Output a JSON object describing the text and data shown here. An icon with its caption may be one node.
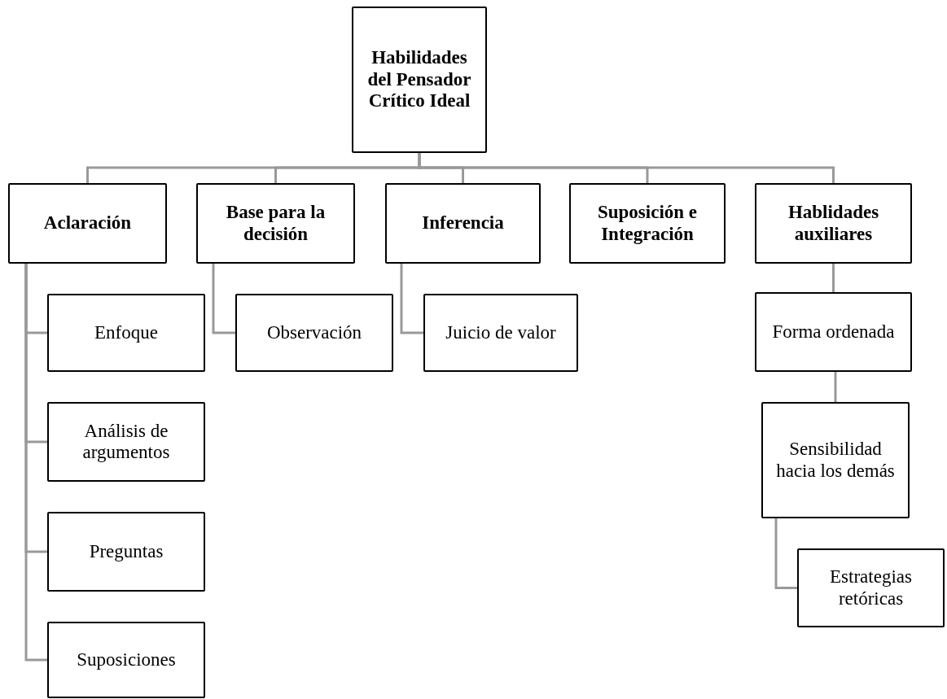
{
  "diagram": {
    "nodes": [
      {
        "text": [
          "Habilidades del Pensador Crítico Ideal"
        ]
      },
      {
        "text": [
          "Aclaración"
        ]
      },
      {
        "text": [
          "Base para la decisión"
        ]
      },
      {
        "text": [
          "Inferencia"
        ]
      },
      {
        "text": [
          "Suposición e Integración"
        ]
      },
      {
        "text": [
          "Hablidades auxiliares"
        ]
      },
      {
        "text": [
          "Enfoque"
        ]
      },
      {
        "text": [
          "Observación"
        ]
      },
      {
        "text": [
          "Juicio de valor"
        ]
      },
      {
        "text": [
          "Forma ordenada"
        ]
      },
      {
        "text": [
          "Análisis de argumentos"
        ]
      },
      {
        "text": [
          "Sensibilidad hacia los demás"
        ]
      },
      {
        "text": [
          "Preguntas"
        ]
      },
      {
        "text": [
          "Estrategias retóricas"
        ]
      },
      {
        "text": [
          "Suposiciones"
        ]
      }
    ],
    "edges": [
      {
        "from": 0,
        "to": 1,
        "arrow": "none"
      },
      {
        "from": 0,
        "to": 2,
        "arrow": "none"
      },
      {
        "from": 0,
        "to": 3,
        "arrow": "none"
      },
      {
        "from": 0,
        "to": 4,
        "arrow": "none"
      },
      {
        "from": 0,
        "to": 5,
        "arrow": "none"
      },
      {
        "from": 1,
        "to": 6,
        "arrow": "none"
      },
      {
        "from": 1,
        "to": 10,
        "arrow": "none"
      },
      {
        "from": 1,
        "to": 12,
        "arrow": "none"
      },
      {
        "from": 1,
        "to": 14,
        "arrow": "none"
      },
      {
        "from": 2,
        "to": 7,
        "arrow": "none"
      },
      {
        "from": 3,
        "to": 8,
        "arrow": "none"
      },
      {
        "from": 5,
        "to": 9,
        "arrow": "none"
      },
      {
        "from": 9,
        "to": 11,
        "arrow": "none"
      },
      {
        "from": 11,
        "to": 13,
        "arrow": "none"
      }
    ]
  }
}
